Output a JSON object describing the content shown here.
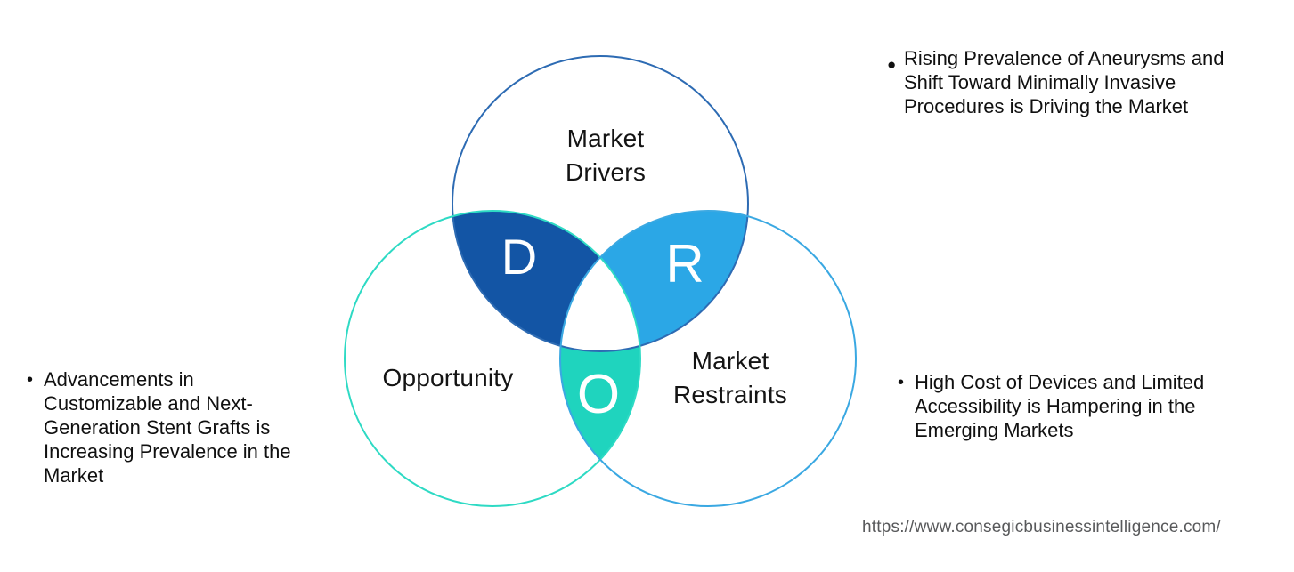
{
  "page": {
    "background": "#ffffff"
  },
  "venn": {
    "circles": {
      "drivers": {
        "label_line1": "Market",
        "label_line2": "Drivers",
        "stroke": "#2d6bb3"
      },
      "opportunity": {
        "label": "Opportunity",
        "stroke": "#2edac4"
      },
      "restraints": {
        "label_line1": "Market",
        "label_line2": "Restraints",
        "stroke": "#3aa8e2"
      }
    },
    "overlaps": {
      "d": {
        "letter": "D",
        "fill": "#1355a5"
      },
      "r": {
        "letter": "R",
        "fill": "#2ba7e6"
      },
      "o": {
        "letter": "O",
        "fill": "#1fd4be"
      }
    }
  },
  "annotations": {
    "drivers": {
      "bullet": "●",
      "text": "Rising Prevalence of Aneurysms and Shift Toward Minimally Invasive Procedures is Driving the Market"
    },
    "opportunity": {
      "bullet": "•",
      "text": "Advancements in Customizable and Next-Generation Stent Grafts is Increasing Prevalence in the Market"
    },
    "restraints": {
      "bullet": "•",
      "text": "High Cost of Devices and Limited Accessibility is Hampering in the Emerging Markets"
    }
  },
  "footer": {
    "source_url": "https://www.consegicbusinessintelligence.com/"
  }
}
